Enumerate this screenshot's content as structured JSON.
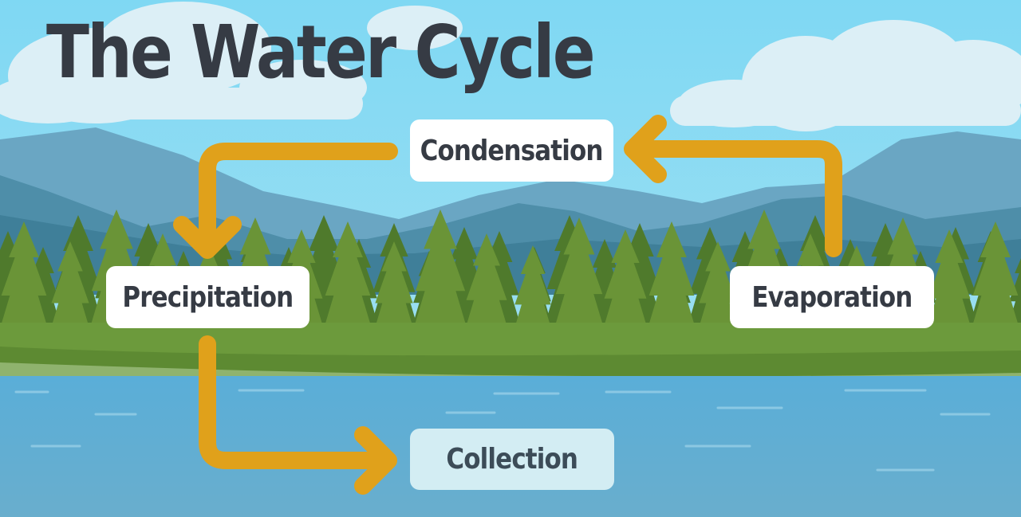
{
  "title": "The Water Cycle",
  "stages": {
    "condensation": "Condensation",
    "precipitation": "Precipitation",
    "evaporation": "Evaporation",
    "collection": "Collection"
  },
  "arrows": [
    {
      "from": "condensation",
      "to": "precipitation"
    },
    {
      "from": "precipitation",
      "to": "collection"
    },
    {
      "from": "evaporation",
      "to": "condensation"
    }
  ],
  "colors": {
    "sky": "#7fd6f0",
    "arrow": "#e0a11b",
    "text": "#363b44",
    "lake": "#5fa9cf",
    "grass": "#6c9a3c",
    "collection_box": "#d3edf3"
  }
}
